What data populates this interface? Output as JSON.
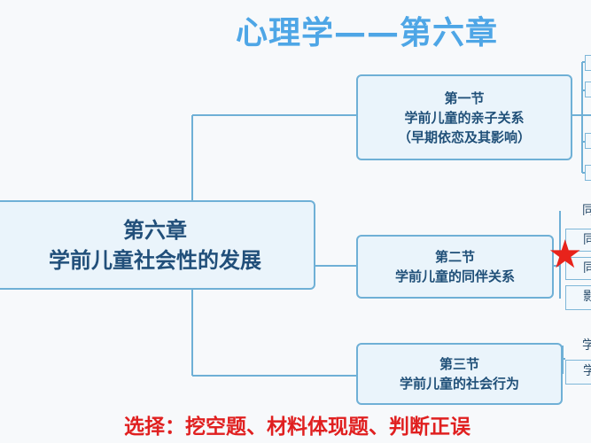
{
  "title": "心理学——第六章",
  "root": {
    "line1": "第六章",
    "line2": "学前儿童社会性的发展"
  },
  "sections": [
    {
      "line1": "第一节",
      "line2": "学前儿童的亲子关系",
      "line3": "（早期依恋及其影响）"
    },
    {
      "line1": "第二节",
      "line2": "学前儿童的同伴关系"
    },
    {
      "line1": "第三节",
      "line2": "学前儿童的社会行为"
    }
  ],
  "leaves_section2": [
    "同",
    "同",
    "同",
    "影"
  ],
  "leaves_section3": [
    "学",
    "学"
  ],
  "bottom_note": "选择：挖空题、材料体现题、判断正误",
  "colors": {
    "title": "#4ea6e6",
    "box_border": "#6fb0d6",
    "box_fill": "#eaf4fb",
    "highlight": "#e02020",
    "star": "#e8231b"
  }
}
